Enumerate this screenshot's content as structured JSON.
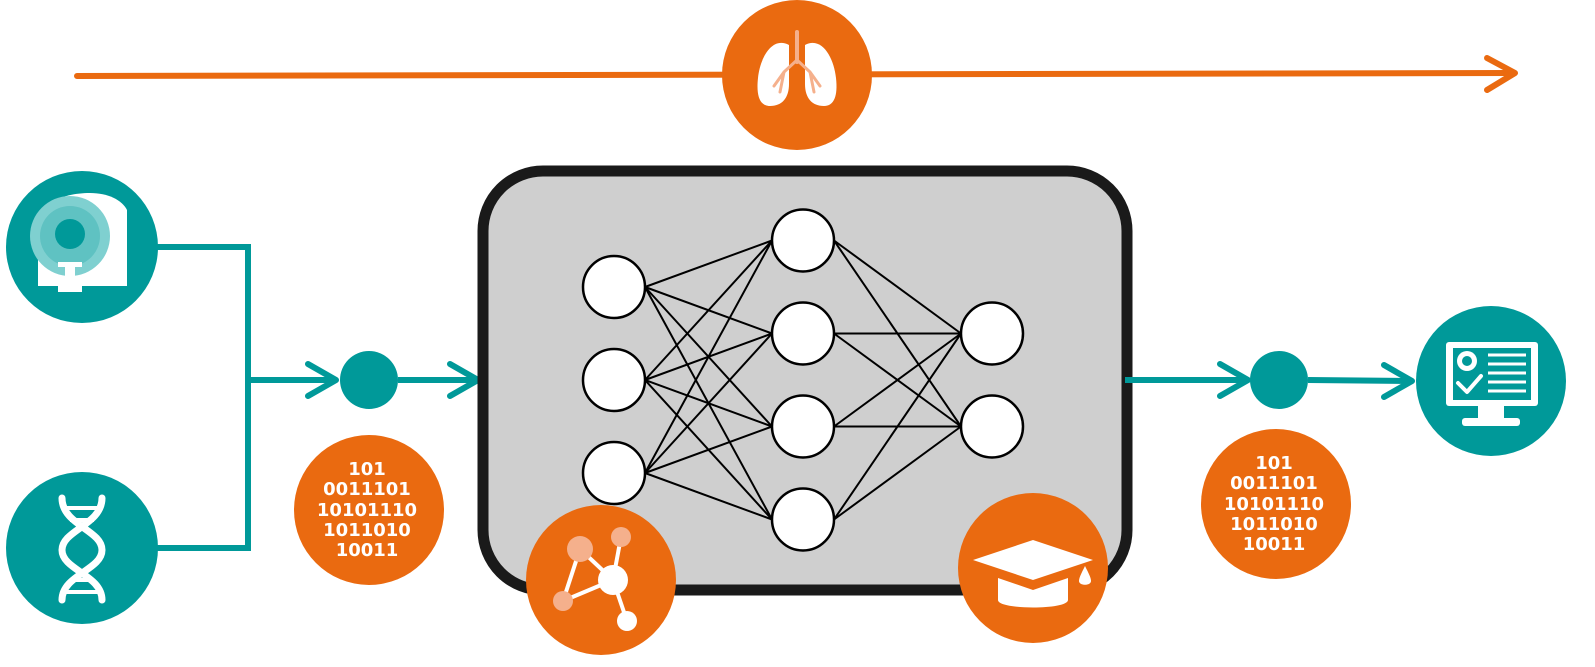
{
  "colors": {
    "teal": "#009999",
    "orange": "#ea6a10",
    "light_orange": "#f5b08c",
    "light_teal": "#7fd0d0",
    "panel_fill": "#cfcfcf",
    "panel_border": "#1a1a1a",
    "white": "#ffffff",
    "black": "#000000"
  },
  "icons": {
    "top_center": "lungs-icon",
    "input_top": "mri-scanner-icon",
    "input_bottom": "dna-icon",
    "model_left": "molecule-icon",
    "model_right": "graduation-cap-icon",
    "output": "monitor-report-icon"
  },
  "binary_left": [
    "101",
    "0011101",
    "10101110",
    "1011010",
    "10011"
  ],
  "binary_right": [
    "101",
    "0011101",
    "10101110",
    "1011010",
    "10011"
  ],
  "network": {
    "layers": [
      3,
      4,
      2
    ],
    "fully_connected": true
  }
}
